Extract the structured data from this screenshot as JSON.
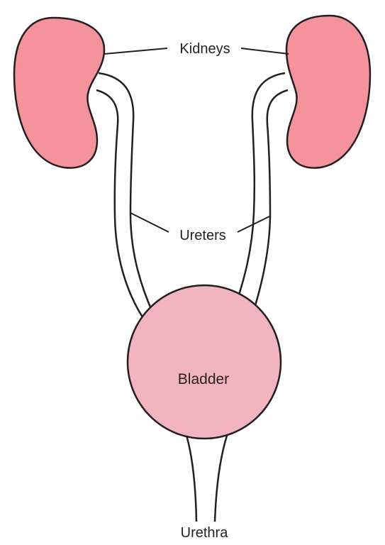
{
  "labels": {
    "kidneys": "Kidneys",
    "ureters": "Ureters",
    "bladder": "Bladder",
    "urethra": "Urethra"
  },
  "colors": {
    "kidney_fill": "#f4939c",
    "bladder_fill": "#f2b4bf",
    "outline": "#231f20",
    "background": "#ffffff"
  }
}
